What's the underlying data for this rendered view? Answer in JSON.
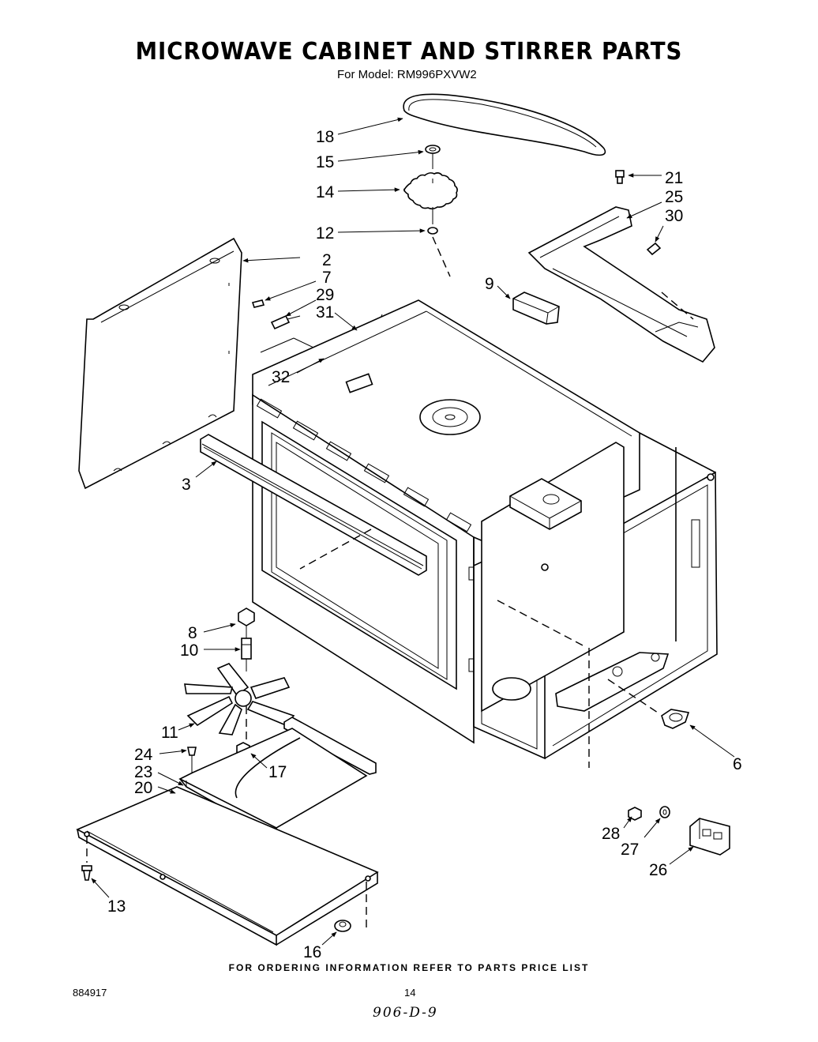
{
  "title": "MICROWAVE CABINET AND STIRRER PARTS",
  "subtitle": "For Model: RM996PXVW2",
  "footer_note": "FOR ORDERING INFORMATION REFER TO PARTS PRICE LIST",
  "doc_number": "884917",
  "page_number": "14",
  "handwritten_note": "906-D-9",
  "part_labels": {
    "p18": "18",
    "p15": "15",
    "p14": "14",
    "p12": "12",
    "p21": "21",
    "p25": "25",
    "p30": "30",
    "p2": "2",
    "p7": "7",
    "p29": "29",
    "p31": "31",
    "p9": "9",
    "p32": "32",
    "p3": "3",
    "p8": "8",
    "p10": "10",
    "p11": "11",
    "p24": "24",
    "p17": "17",
    "p23": "23",
    "p20": "20",
    "p13": "13",
    "p16": "16",
    "p6": "6",
    "p28": "28",
    "p27": "27",
    "p26": "26"
  }
}
